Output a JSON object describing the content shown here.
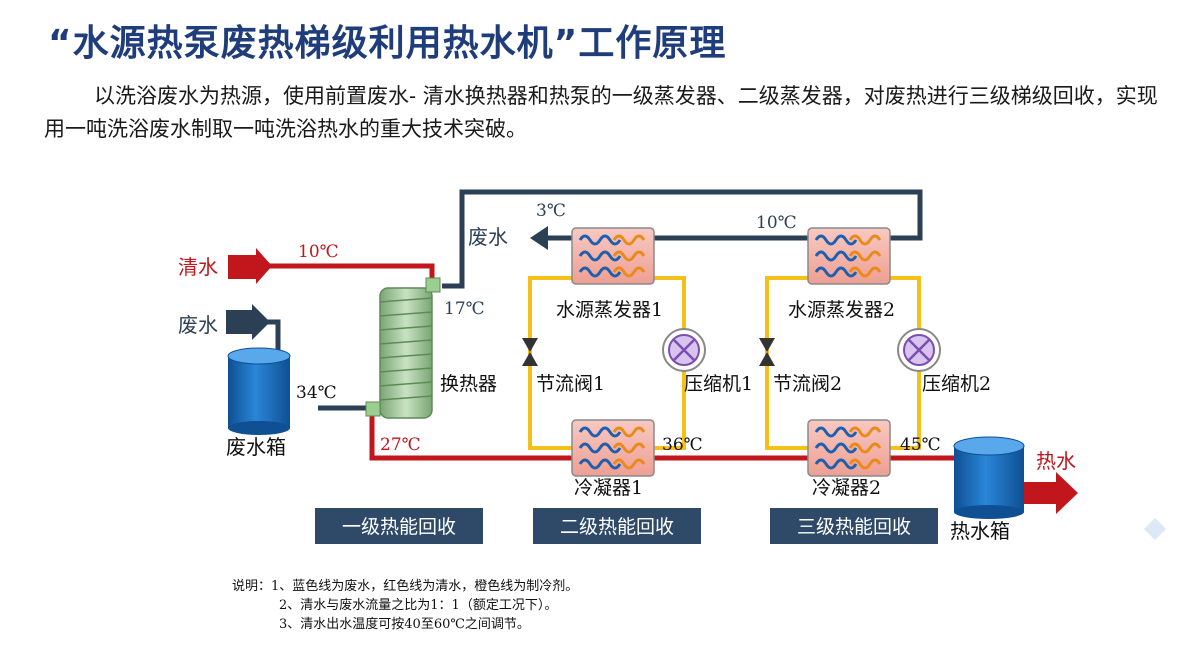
{
  "title": "“水源热泵废热梯级利用热水机”工作原理",
  "description": "以洗浴废水为热源，使用前置废水-  清水换热器和热泵的一级蒸发器、二级蒸发器，对废热进行三级梯级回收，实现用一吨洗浴废水制取一吨洗浴热水的重大技术突破。",
  "labels": {
    "clean_water_in": "清水",
    "waste_water_in": "废水",
    "waste_water_out": "废水",
    "hot_water_out": "热水",
    "waste_tank": "废水箱",
    "hot_tank": "热水箱",
    "heat_exchanger": "换热器",
    "evaporator1": "水源蒸发器1",
    "evaporator2": "水源蒸发器2",
    "throttle1": "节流阀1",
    "throttle2": "节流阀2",
    "compressor1": "压缩机1",
    "compressor2": "压缩机2",
    "condenser1": "冷凝器1",
    "condenser2": "冷凝器2"
  },
  "temps": {
    "clean_in": "10℃",
    "exchanger_out": "17℃",
    "tank_waste": "34℃",
    "clean_preheated": "27℃",
    "condenser1_out": "36℃",
    "condenser2_out": "45℃",
    "waste_out": "3℃",
    "evap2_waste": "10℃"
  },
  "stages": [
    "一级热能回收",
    "二级热能回收",
    "三级热能回收"
  ],
  "notes": [
    "说明：1、蓝色线为废水，红色线为清水，橙色线为制冷剂。",
    "2、清水与废水流量之比为1：1（额定工况下）。",
    "3、清水出水温度可按40至60℃之间调节。"
  ],
  "colors": {
    "clean_water": "#c0161c",
    "waste_water": "#2b3f55",
    "refrigerant": "#f5c018",
    "title": "#1f3d7a",
    "stage_bg": "#2f4a68",
    "tank_blue": "#1a67b4",
    "exchanger_green": "#8fb98a"
  }
}
